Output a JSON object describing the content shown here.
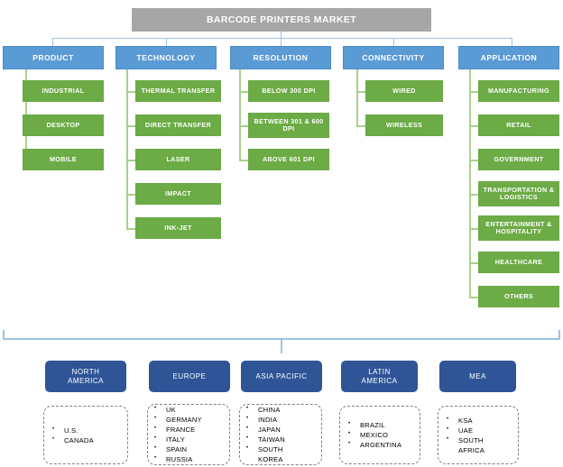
{
  "title": "BARCODE PRINTERS MARKET",
  "colors": {
    "title_bg": "#a6a6a6",
    "category_blue": "#5B9BD5",
    "leaf_green": "#6CAB45",
    "region_blue": "#2F5597",
    "connector_blue": "#9DC3E6",
    "connector_green": "#A9D08E"
  },
  "categories": [
    {
      "label": "PRODUCT",
      "items": [
        "INDUSTRIAL",
        "DESKTOP",
        "MOBILE"
      ]
    },
    {
      "label": "TECHNOLOGY",
      "items": [
        "THERMAL TRANSFER",
        "DIRECT TRANSFER",
        "LASER",
        "IMPACT",
        "INK-JET"
      ]
    },
    {
      "label": "RESOLUTION",
      "items": [
        "BELOW 300 DPI",
        "BETWEEN 301 & 600 DPI",
        "ABOVE 601 DPI"
      ]
    },
    {
      "label": "CONNECTIVITY",
      "items": [
        "WIRED",
        "WIRELESS"
      ]
    },
    {
      "label": "APPLICATION",
      "items": [
        "MANUFACTURING",
        "RETAIL",
        "GOVERNMENT",
        "TRANSPORTATION & LOGISTICS",
        "ENTERTAINMENT & HOSPITALITY",
        "HEALTHCARE",
        "OTHERS"
      ]
    }
  ],
  "regions": [
    {
      "label": "NORTH\nAMERICA",
      "countries": [
        "U.S.",
        "CANADA"
      ]
    },
    {
      "label": "EUROPE",
      "countries": [
        "UK",
        "GERMANY",
        "FRANCE",
        "ITALY",
        "SPAIN",
        "RUSSIA"
      ]
    },
    {
      "label": "ASIA PACIFIC",
      "countries": [
        "CHINA",
        "INDIA",
        "JAPAN",
        "TAIWAN",
        "SOUTH\nKOREA"
      ]
    },
    {
      "label": "LATIN\nAMERICA",
      "countries": [
        "BRAZIL",
        "MEXICO",
        "ARGENTINA"
      ]
    },
    {
      "label": "MEA",
      "countries": [
        "KSA",
        "UAE",
        "SOUTH\nAFRICA"
      ]
    }
  ]
}
